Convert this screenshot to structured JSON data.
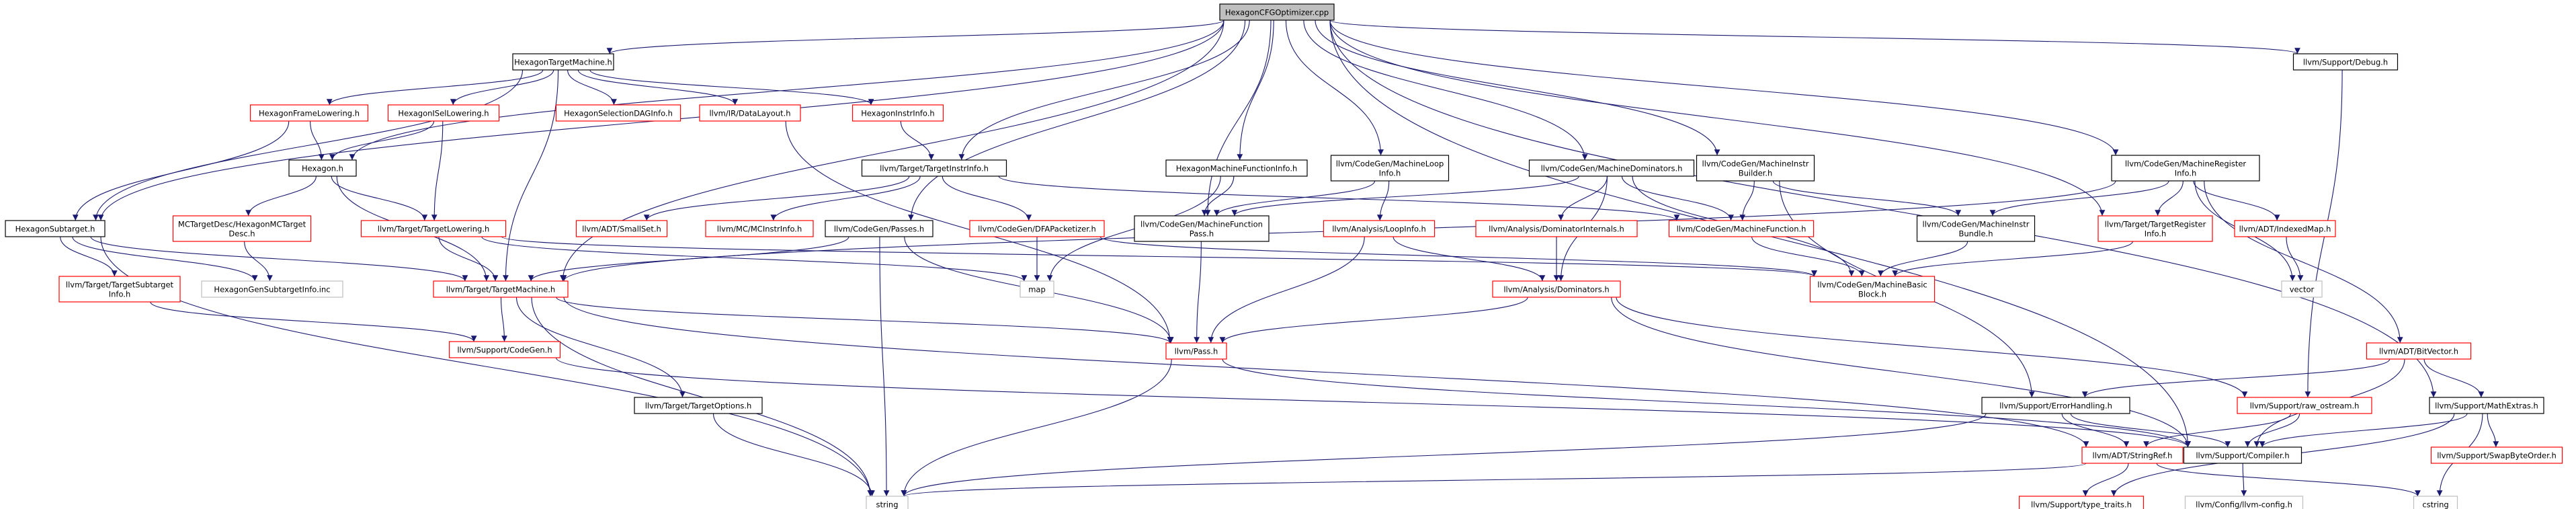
{
  "diagram": {
    "colors": {
      "edge": "#191970",
      "border_normal": "#000000",
      "border_external": "#ff0000",
      "border_system": "#bfbfbf",
      "root_fill": "#bfbfbf",
      "text": "#000000"
    },
    "nodes": [
      {
        "id": "root",
        "lines": [
          "HexagonCFGOptimizer.cpp"
        ],
        "style": "root"
      },
      {
        "id": "htm",
        "lines": [
          "HexagonTargetMachine.h"
        ],
        "style": "normal"
      },
      {
        "id": "dbg",
        "lines": [
          "llvm/Support/Debug.h"
        ],
        "style": "normal"
      },
      {
        "id": "hfl",
        "lines": [
          "HexagonFrameLowering.h"
        ],
        "style": "external"
      },
      {
        "id": "hisl",
        "lines": [
          "HexagonISelLowering.h"
        ],
        "style": "external"
      },
      {
        "id": "hsdag",
        "lines": [
          "HexagonSelectionDAGInfo.h"
        ],
        "style": "external"
      },
      {
        "id": "dl",
        "lines": [
          "llvm/IR/DataLayout.h"
        ],
        "style": "external"
      },
      {
        "id": "hii",
        "lines": [
          "HexagonInstrInfo.h"
        ],
        "style": "external"
      },
      {
        "id": "hexh",
        "lines": [
          "Hexagon.h"
        ],
        "style": "normal"
      },
      {
        "id": "tii",
        "lines": [
          "llvm/Target/TargetInstrInfo.h"
        ],
        "style": "normal"
      },
      {
        "id": "hmfi",
        "lines": [
          "HexagonMachineFunctionInfo.h"
        ],
        "style": "normal"
      },
      {
        "id": "mli",
        "lines": [
          "llvm/CodeGen/MachineLoop",
          "Info.h"
        ],
        "style": "normal"
      },
      {
        "id": "mdom",
        "lines": [
          "llvm/CodeGen/MachineDominators.h"
        ],
        "style": "normal"
      },
      {
        "id": "mib",
        "lines": [
          "llvm/CodeGen/MachineInstr",
          "Builder.h"
        ],
        "style": "normal"
      },
      {
        "id": "mri",
        "lines": [
          "llvm/CodeGen/MachineRegister",
          "Info.h"
        ],
        "style": "normal"
      },
      {
        "id": "hst",
        "lines": [
          "HexagonSubtarget.h"
        ],
        "style": "normal"
      },
      {
        "id": "mctd",
        "lines": [
          "MCTargetDesc/HexagonMCTarget",
          "Desc.h"
        ],
        "style": "external"
      },
      {
        "id": "tl",
        "lines": [
          "llvm/Target/TargetLowering.h"
        ],
        "style": "external"
      },
      {
        "id": "ss",
        "lines": [
          "llvm/ADT/SmallSet.h"
        ],
        "style": "external"
      },
      {
        "id": "mcii",
        "lines": [
          "llvm/MC/MCInstrInfo.h"
        ],
        "style": "external"
      },
      {
        "id": "cgp",
        "lines": [
          "llvm/CodeGen/Passes.h"
        ],
        "style": "normal"
      },
      {
        "id": "dfa",
        "lines": [
          "llvm/CodeGen/DFAPacketizer.h"
        ],
        "style": "external"
      },
      {
        "id": "mfp",
        "lines": [
          "llvm/CodeGen/MachineFunction",
          "Pass.h"
        ],
        "style": "normal"
      },
      {
        "id": "lpi",
        "lines": [
          "llvm/Analysis/LoopInfo.h"
        ],
        "style": "external"
      },
      {
        "id": "adi",
        "lines": [
          "llvm/Analysis/DominatorInternals.h"
        ],
        "style": "external"
      },
      {
        "id": "mf",
        "lines": [
          "llvm/CodeGen/MachineFunction.h"
        ],
        "style": "external"
      },
      {
        "id": "mibun",
        "lines": [
          "llvm/CodeGen/MachineInstr",
          "Bundle.h"
        ],
        "style": "normal"
      },
      {
        "id": "tri",
        "lines": [
          "llvm/Target/TargetRegister",
          "Info.h"
        ],
        "style": "external"
      },
      {
        "id": "im",
        "lines": [
          "llvm/ADT/IndexedMap.h"
        ],
        "style": "external"
      },
      {
        "id": "tsti",
        "lines": [
          "llvm/Target/TargetSubtarget",
          "Info.h"
        ],
        "style": "external"
      },
      {
        "id": "hgsi",
        "lines": [
          "HexagonGenSubtargetInfo.inc"
        ],
        "style": "system"
      },
      {
        "id": "tm",
        "lines": [
          "llvm/Target/TargetMachine.h"
        ],
        "style": "external"
      },
      {
        "id": "map",
        "lines": [
          "map"
        ],
        "style": "system"
      },
      {
        "id": "ad",
        "lines": [
          "llvm/Analysis/Dominators.h"
        ],
        "style": "external"
      },
      {
        "id": "mbb",
        "lines": [
          "llvm/CodeGen/MachineBasic",
          "Block.h"
        ],
        "style": "external"
      },
      {
        "id": "vec",
        "lines": [
          "vector"
        ],
        "style": "system"
      },
      {
        "id": "bv",
        "lines": [
          "llvm/ADT/BitVector.h"
        ],
        "style": "external"
      },
      {
        "id": "scg",
        "lines": [
          "llvm/Support/CodeGen.h"
        ],
        "style": "external"
      },
      {
        "id": "pass",
        "lines": [
          "llvm/Pass.h"
        ],
        "style": "external"
      },
      {
        "id": "to",
        "lines": [
          "llvm/Target/TargetOptions.h"
        ],
        "style": "normal"
      },
      {
        "id": "eh",
        "lines": [
          "llvm/Support/ErrorHandling.h"
        ],
        "style": "normal"
      },
      {
        "id": "ro",
        "lines": [
          "llvm/Support/raw_ostream.h"
        ],
        "style": "external"
      },
      {
        "id": "mex",
        "lines": [
          "llvm/Support/MathExtras.h"
        ],
        "style": "normal"
      },
      {
        "id": "sr",
        "lines": [
          "llvm/ADT/StringRef.h"
        ],
        "style": "external"
      },
      {
        "id": "comp",
        "lines": [
          "llvm/Support/Compiler.h"
        ],
        "style": "normal"
      },
      {
        "id": "sbo",
        "lines": [
          "llvm/Support/SwapByteOrder.h"
        ],
        "style": "external"
      },
      {
        "id": "str",
        "lines": [
          "string"
        ],
        "style": "system"
      },
      {
        "id": "tt",
        "lines": [
          "llvm/Support/type_traits.h"
        ],
        "style": "external"
      },
      {
        "id": "cfg",
        "lines": [
          "llvm/Config/llvm-config.h"
        ],
        "style": "system"
      },
      {
        "id": "cstr",
        "lines": [
          "cstring"
        ],
        "style": "system"
      }
    ],
    "edges": [
      [
        "root",
        "htm"
      ],
      [
        "root",
        "dbg"
      ],
      [
        "root",
        "hexh"
      ],
      [
        "root",
        "tii"
      ],
      [
        "root",
        "hmfi"
      ],
      [
        "root",
        "mli"
      ],
      [
        "root",
        "mdom"
      ],
      [
        "root",
        "mib"
      ],
      [
        "root",
        "mri"
      ],
      [
        "root",
        "hst"
      ],
      [
        "root",
        "tm"
      ],
      [
        "root",
        "cgp"
      ],
      [
        "root",
        "mfp"
      ],
      [
        "root",
        "tri"
      ],
      [
        "root",
        "mex"
      ],
      [
        "root",
        "comp"
      ],
      [
        "htm",
        "hfl"
      ],
      [
        "htm",
        "hisl"
      ],
      [
        "htm",
        "hsdag"
      ],
      [
        "htm",
        "dl"
      ],
      [
        "htm",
        "hii"
      ],
      [
        "htm",
        "hst"
      ],
      [
        "htm",
        "tm"
      ],
      [
        "hfl",
        "hexh"
      ],
      [
        "hfl",
        "hst"
      ],
      [
        "hisl",
        "hexh"
      ],
      [
        "hisl",
        "tl"
      ],
      [
        "dl",
        "pass"
      ],
      [
        "hii",
        "tii"
      ],
      [
        "hexh",
        "mctd"
      ],
      [
        "hexh",
        "tl"
      ],
      [
        "hexh",
        "tm"
      ],
      [
        "tii",
        "ss"
      ],
      [
        "tii",
        "mcii"
      ],
      [
        "tii",
        "dfa"
      ],
      [
        "tii",
        "mf"
      ],
      [
        "hmfi",
        "mfp"
      ],
      [
        "hmfi",
        "map"
      ],
      [
        "mli",
        "lpi"
      ],
      [
        "mli",
        "mfp"
      ],
      [
        "mdom",
        "adi"
      ],
      [
        "mdom",
        "ad"
      ],
      [
        "mdom",
        "mf"
      ],
      [
        "mdom",
        "mbb"
      ],
      [
        "mdom",
        "mfp"
      ],
      [
        "mib",
        "mibun"
      ],
      [
        "mib",
        "mf"
      ],
      [
        "mib",
        "eh"
      ],
      [
        "mri",
        "mibun"
      ],
      [
        "mri",
        "tri"
      ],
      [
        "mri",
        "im"
      ],
      [
        "mri",
        "bv"
      ],
      [
        "mri",
        "vec"
      ],
      [
        "mri",
        "tm"
      ],
      [
        "hst",
        "tsti"
      ],
      [
        "hst",
        "hgsi"
      ],
      [
        "hst",
        "tm"
      ],
      [
        "hst",
        "str"
      ],
      [
        "mctd",
        "hgsi"
      ],
      [
        "tl",
        "tm"
      ],
      [
        "tl",
        "map"
      ],
      [
        "tl",
        "mbb"
      ],
      [
        "cgp",
        "pass"
      ],
      [
        "cgp",
        "tm"
      ],
      [
        "cgp",
        "str"
      ],
      [
        "dfa",
        "map"
      ],
      [
        "dfa",
        "mbb"
      ],
      [
        "mfp",
        "pass"
      ],
      [
        "lpi",
        "ad"
      ],
      [
        "lpi",
        "pass"
      ],
      [
        "adi",
        "ad"
      ],
      [
        "mf",
        "mbb"
      ],
      [
        "mibun",
        "mbb"
      ],
      [
        "tri",
        "mbb"
      ],
      [
        "im",
        "vec"
      ],
      [
        "tsti",
        "scg"
      ],
      [
        "tm",
        "scg"
      ],
      [
        "tm",
        "pass"
      ],
      [
        "tm",
        "to"
      ],
      [
        "tm",
        "str"
      ],
      [
        "tm",
        "sr"
      ],
      [
        "ad",
        "pass"
      ],
      [
        "ad",
        "ro"
      ],
      [
        "ad",
        "comp"
      ],
      [
        "bv",
        "eh"
      ],
      [
        "bv",
        "mex"
      ],
      [
        "bv",
        "comp"
      ],
      [
        "scg",
        "comp"
      ],
      [
        "pass",
        "str"
      ],
      [
        "pass",
        "comp"
      ],
      [
        "to",
        "str"
      ],
      [
        "eh",
        "comp"
      ],
      [
        "eh",
        "sr"
      ],
      [
        "eh",
        "str"
      ],
      [
        "ro",
        "sr"
      ],
      [
        "ro",
        "comp"
      ],
      [
        "dbg",
        "ro"
      ],
      [
        "mex",
        "comp"
      ],
      [
        "mex",
        "sbo"
      ],
      [
        "mex",
        "tt"
      ],
      [
        "mex",
        "cstr"
      ],
      [
        "sr",
        "tt"
      ],
      [
        "sr",
        "str"
      ],
      [
        "sr",
        "cstr"
      ],
      [
        "comp",
        "cfg"
      ]
    ]
  }
}
